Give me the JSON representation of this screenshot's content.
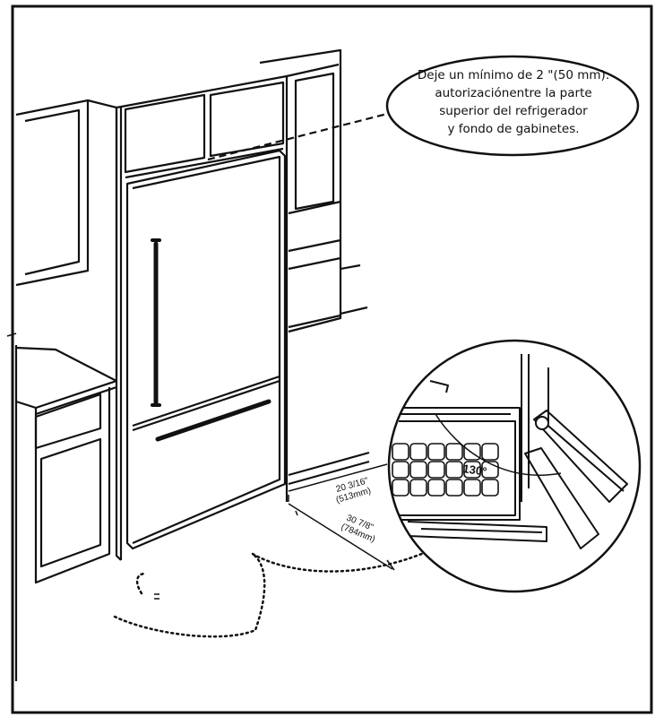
{
  "callout": {
    "line1": "Deje un mínimo de 2 \"(50 mm).",
    "line2": "autorizaciónentre la parte",
    "line3": "superior del refrigerador",
    "line4": "y fondo de gabinetes."
  },
  "dimensions": {
    "width_a": "20 3/16\"",
    "width_a_mm": "(513mm)",
    "width_b": "30 7/8\"",
    "width_b_mm": "(784mm)"
  },
  "detail": {
    "angle": "130°"
  },
  "colors": {
    "line": "#111111",
    "background": "#ffffff"
  }
}
